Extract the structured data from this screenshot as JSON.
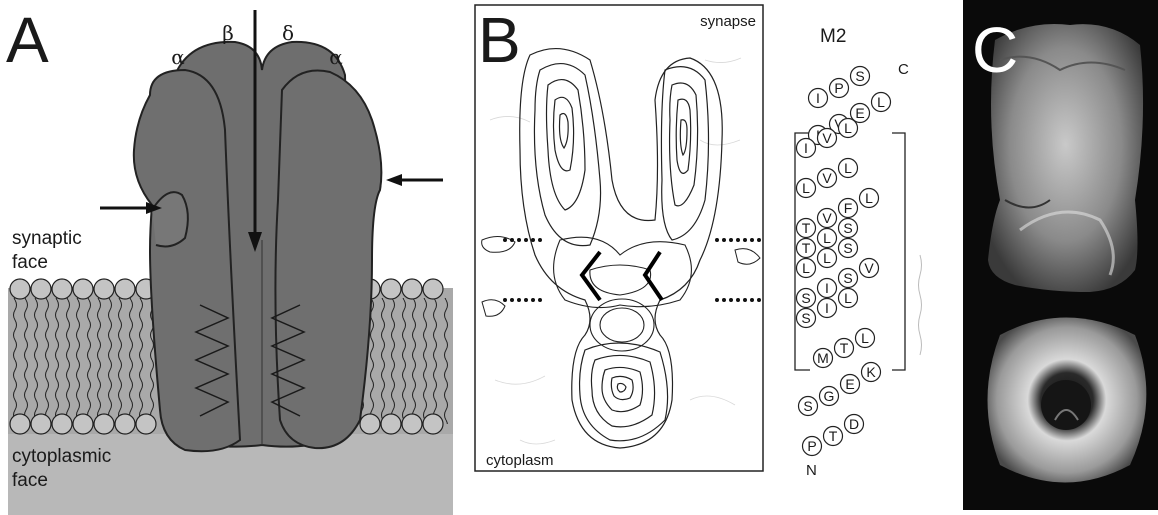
{
  "panel_a": {
    "letter": "A",
    "subunits": [
      "α",
      "β",
      "δ",
      "α"
    ],
    "synaptic_face_line1": "synaptic",
    "synaptic_face_line2": "face",
    "cytoplasmic_face_line1": "cytoplasmic",
    "cytoplasmic_face_line2": "face"
  },
  "panel_b": {
    "letter": "B",
    "synapse_label": "synapse",
    "cytoplasm_label": "cytoplasm"
  },
  "m2": {
    "title": "M2",
    "c_label": "C",
    "n_label": "N",
    "residues": [
      "I",
      "P",
      "S",
      "I",
      "V",
      "E",
      "L",
      "I",
      "V",
      "L",
      "L",
      "V",
      "L",
      "T",
      "V",
      "F",
      "L",
      "T",
      "L",
      "S",
      "L",
      "L",
      "S",
      "S",
      "I",
      "S",
      "V",
      "S",
      "I",
      "L",
      "M",
      "T",
      "L",
      "S",
      "G",
      "E",
      "K",
      "P",
      "T",
      "D"
    ]
  },
  "panel_c": {
    "letter": "C"
  }
}
